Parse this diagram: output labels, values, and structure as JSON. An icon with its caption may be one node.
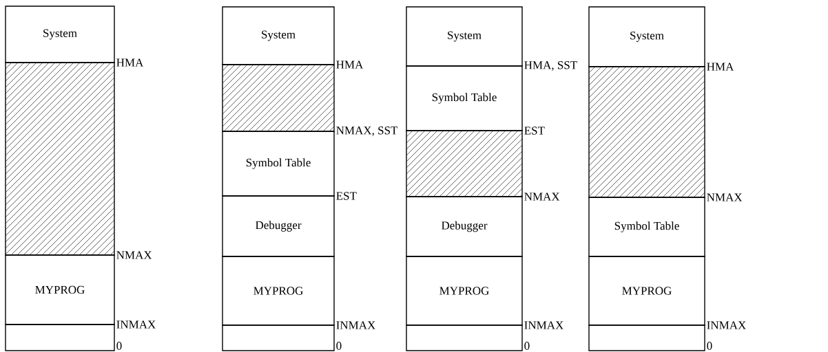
{
  "diagram": {
    "nodes": [
      {
        "text": [
          "System"
        ]
      },
      {
        "text": [],
        "shape": "box"
      },
      {
        "text": [
          "MYPROG"
        ]
      },
      {
        "text": [],
        "shape": "box"
      },
      {
        "text": [
          "System"
        ]
      },
      {
        "text": [],
        "shape": "box"
      },
      {
        "text": [
          "Symbol Table"
        ]
      },
      {
        "text": [
          "Debugger"
        ]
      },
      {
        "text": [
          "MYPROG"
        ]
      },
      {
        "text": [],
        "shape": "box"
      },
      {
        "text": [
          "System"
        ]
      },
      {
        "text": [
          "Symbol Table"
        ]
      },
      {
        "text": [],
        "shape": "box"
      },
      {
        "text": [
          "Debugger"
        ]
      },
      {
        "text": [
          "MYPROG"
        ]
      },
      {
        "text": [],
        "shape": "box"
      },
      {
        "text": [
          "System"
        ]
      },
      {
        "text": [],
        "shape": "box"
      },
      {
        "text": [
          "Symbol Table"
        ]
      },
      {
        "text": [
          "MYPROG"
        ]
      },
      {
        "text": [],
        "shape": "box"
      }
    ],
    "labels": [
      "HMA",
      "NMAX",
      "INMAX",
      "0",
      "HMA",
      "NMAX, SST",
      "EST",
      "INMAX",
      "0",
      "HMA, SST",
      "EST",
      "NMAX",
      "INMAX",
      "0",
      "HMA",
      "NMAX",
      "INMAX",
      "0"
    ]
  }
}
